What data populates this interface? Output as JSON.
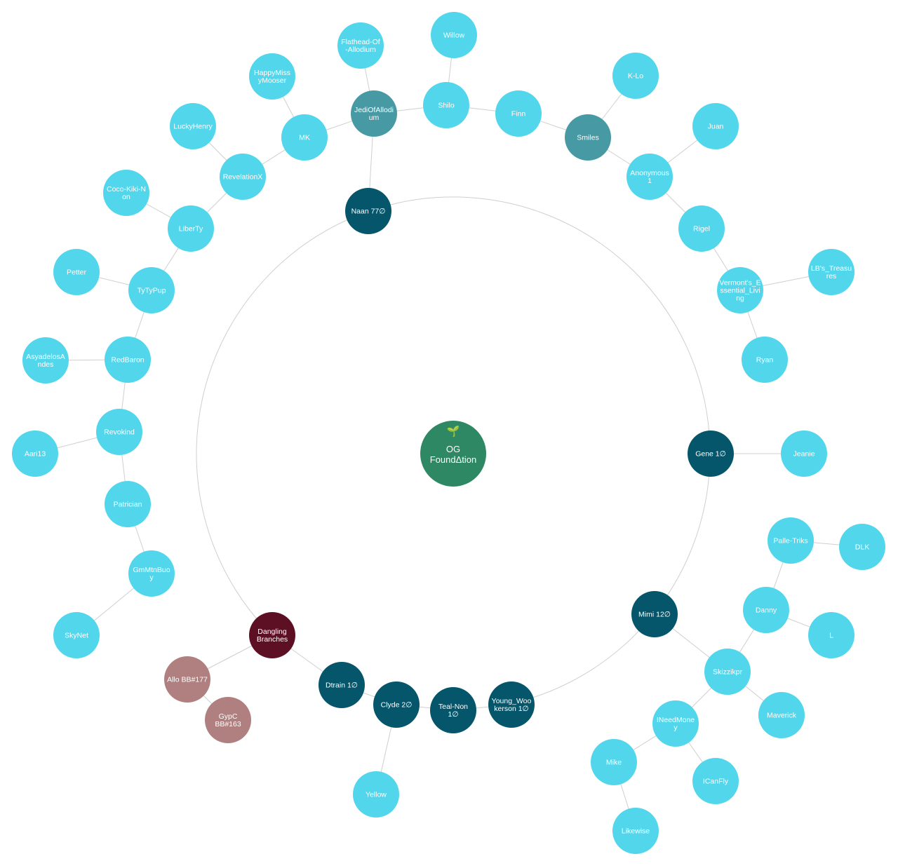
{
  "center": {
    "icon": "sprout-icon",
    "glyph": "🌱",
    "line1": "OG",
    "line2": "FoundΔtion"
  },
  "colors": {
    "root": "#2d8863",
    "hub": "#06566b",
    "hub_alt": "#479aa4",
    "leaf": "#52d6ec",
    "dangling": "#5d1024",
    "dangling_child": "#b07f7f",
    "edge": "#cfcfcf",
    "label": "#ffffff"
  },
  "nodes": [
    {
      "id": "naan",
      "lines": [
        "Naan 77∅"
      ],
      "kind": "hub"
    },
    {
      "id": "gene",
      "lines": [
        "Gene 1∅"
      ],
      "kind": "hub"
    },
    {
      "id": "mimi",
      "lines": [
        "Mimi 12∅"
      ],
      "kind": "hub"
    },
    {
      "id": "young",
      "lines": [
        "Young_Woo",
        "kerson 1∅"
      ],
      "kind": "hub"
    },
    {
      "id": "tealnon",
      "lines": [
        "Teal-Non",
        "1∅"
      ],
      "kind": "hub"
    },
    {
      "id": "clyde",
      "lines": [
        "Clyde 2∅"
      ],
      "kind": "hub"
    },
    {
      "id": "dtrain",
      "lines": [
        "Dtrain 1∅"
      ],
      "kind": "hub"
    },
    {
      "id": "dangling",
      "lines": [
        "Dangling",
        "Branches"
      ],
      "kind": "dangling"
    },
    {
      "id": "allo",
      "lines": [
        "Allo BB#177"
      ],
      "kind": "dangling_child"
    },
    {
      "id": "gypc",
      "lines": [
        "GypC",
        "BB#163"
      ],
      "kind": "dangling_child"
    },
    {
      "id": "jedi",
      "lines": [
        "JediOfAllodi",
        "um"
      ],
      "kind": "hub_alt"
    },
    {
      "id": "smiles",
      "lines": [
        "Smiles"
      ],
      "kind": "hub_alt"
    },
    {
      "id": "flathead",
      "lines": [
        "Flathead-Of",
        "-Allodium"
      ],
      "kind": "leaf"
    },
    {
      "id": "willow",
      "lines": [
        "Willow"
      ],
      "kind": "leaf"
    },
    {
      "id": "shilo",
      "lines": [
        "Shilo"
      ],
      "kind": "leaf"
    },
    {
      "id": "finn",
      "lines": [
        "Finn"
      ],
      "kind": "leaf"
    },
    {
      "id": "klo",
      "lines": [
        "K-Lo"
      ],
      "kind": "leaf"
    },
    {
      "id": "juan",
      "lines": [
        "Juan"
      ],
      "kind": "leaf"
    },
    {
      "id": "anon",
      "lines": [
        "Anonymous",
        "1"
      ],
      "kind": "leaf"
    },
    {
      "id": "rigel",
      "lines": [
        "Rigel"
      ],
      "kind": "leaf"
    },
    {
      "id": "vermont",
      "lines": [
        "Vermont's_E",
        "ssential_Livi",
        "ng"
      ],
      "kind": "leaf"
    },
    {
      "id": "lbs",
      "lines": [
        "LB's_Treasu",
        "res"
      ],
      "kind": "leaf"
    },
    {
      "id": "ryan",
      "lines": [
        "Ryan"
      ],
      "kind": "leaf"
    },
    {
      "id": "jeanie",
      "lines": [
        "Jeanie"
      ],
      "kind": "leaf"
    },
    {
      "id": "palle",
      "lines": [
        "Palle-Triks"
      ],
      "kind": "leaf"
    },
    {
      "id": "dlk",
      "lines": [
        "DLK"
      ],
      "kind": "leaf"
    },
    {
      "id": "danny",
      "lines": [
        "Danny"
      ],
      "kind": "leaf"
    },
    {
      "id": "l",
      "lines": [
        "L"
      ],
      "kind": "leaf"
    },
    {
      "id": "skizzikpr",
      "lines": [
        "Skizzikpr"
      ],
      "kind": "leaf"
    },
    {
      "id": "maverick",
      "lines": [
        "Maverick"
      ],
      "kind": "leaf"
    },
    {
      "id": "ineedmoney",
      "lines": [
        "INeedMone",
        "y"
      ],
      "kind": "leaf"
    },
    {
      "id": "icanfly",
      "lines": [
        "ICanFly"
      ],
      "kind": "leaf"
    },
    {
      "id": "mike",
      "lines": [
        "Mike"
      ],
      "kind": "leaf"
    },
    {
      "id": "likewise",
      "lines": [
        "Likewise"
      ],
      "kind": "leaf"
    },
    {
      "id": "yellow",
      "lines": [
        "Yellow"
      ],
      "kind": "leaf"
    },
    {
      "id": "happymissymooser",
      "lines": [
        "HappyMiss",
        "yMooser"
      ],
      "kind": "leaf"
    },
    {
      "id": "mk",
      "lines": [
        "MK"
      ],
      "kind": "leaf"
    },
    {
      "id": "luckyhenry",
      "lines": [
        "LuckyHenry"
      ],
      "kind": "leaf"
    },
    {
      "id": "revelationx",
      "lines": [
        "RevelationX"
      ],
      "kind": "leaf"
    },
    {
      "id": "cocokiki",
      "lines": [
        "Coco-Kiki-N",
        "on"
      ],
      "kind": "leaf"
    },
    {
      "id": "liberty",
      "lines": [
        "LiberTy"
      ],
      "kind": "leaf"
    },
    {
      "id": "petter",
      "lines": [
        "Petter"
      ],
      "kind": "leaf"
    },
    {
      "id": "tytypup",
      "lines": [
        "TyTyPup"
      ],
      "kind": "leaf"
    },
    {
      "id": "asyadelos",
      "lines": [
        "AsyadelosA",
        "ndes"
      ],
      "kind": "leaf"
    },
    {
      "id": "redbaron",
      "lines": [
        "RedBaron"
      ],
      "kind": "leaf"
    },
    {
      "id": "aari13",
      "lines": [
        "Aari13"
      ],
      "kind": "leaf"
    },
    {
      "id": "revokind",
      "lines": [
        "Revokind"
      ],
      "kind": "leaf"
    },
    {
      "id": "patrician",
      "lines": [
        "Patrician"
      ],
      "kind": "leaf"
    },
    {
      "id": "gmmtnbuoy",
      "lines": [
        "GmMtnBuo",
        "y"
      ],
      "kind": "leaf"
    },
    {
      "id": "skynet",
      "lines": [
        "SkyNet"
      ],
      "kind": "leaf"
    }
  ],
  "edges": [
    [
      "naan",
      "jedi"
    ],
    [
      "jedi",
      "flathead"
    ],
    [
      "jedi",
      "shilo"
    ],
    [
      "shilo",
      "willow"
    ],
    [
      "shilo",
      "finn"
    ],
    [
      "finn",
      "smiles"
    ],
    [
      "smiles",
      "klo"
    ],
    [
      "smiles",
      "anon"
    ],
    [
      "anon",
      "juan"
    ],
    [
      "anon",
      "rigel"
    ],
    [
      "rigel",
      "vermont"
    ],
    [
      "vermont",
      "lbs"
    ],
    [
      "vermont",
      "ryan"
    ],
    [
      "jedi",
      "mk"
    ],
    [
      "mk",
      "happymissymooser"
    ],
    [
      "mk",
      "revelationx"
    ],
    [
      "revelationx",
      "luckyhenry"
    ],
    [
      "revelationx",
      "liberty"
    ],
    [
      "liberty",
      "cocokiki"
    ],
    [
      "liberty",
      "tytypup"
    ],
    [
      "tytypup",
      "petter"
    ],
    [
      "tytypup",
      "redbaron"
    ],
    [
      "redbaron",
      "asyadelos"
    ],
    [
      "redbaron",
      "revokind"
    ],
    [
      "revokind",
      "aari13"
    ],
    [
      "revokind",
      "patrician"
    ],
    [
      "patrician",
      "gmmtnbuoy"
    ],
    [
      "gmmtnbuoy",
      "skynet"
    ],
    [
      "gene",
      "jeanie"
    ],
    [
      "mimi",
      "skizzikpr"
    ],
    [
      "skizzikpr",
      "danny"
    ],
    [
      "danny",
      "palle"
    ],
    [
      "palle",
      "dlk"
    ],
    [
      "danny",
      "l"
    ],
    [
      "skizzikpr",
      "maverick"
    ],
    [
      "skizzikpr",
      "ineedmoney"
    ],
    [
      "ineedmoney",
      "icanfly"
    ],
    [
      "ineedmoney",
      "mike"
    ],
    [
      "mike",
      "likewise"
    ],
    [
      "young",
      "tealnon"
    ],
    [
      "tealnon",
      "clyde"
    ],
    [
      "clyde",
      "dtrain"
    ],
    [
      "clyde",
      "yellow"
    ],
    [
      "dtrain",
      "dangling"
    ],
    [
      "dangling",
      "allo"
    ],
    [
      "allo",
      "gypc"
    ]
  ]
}
